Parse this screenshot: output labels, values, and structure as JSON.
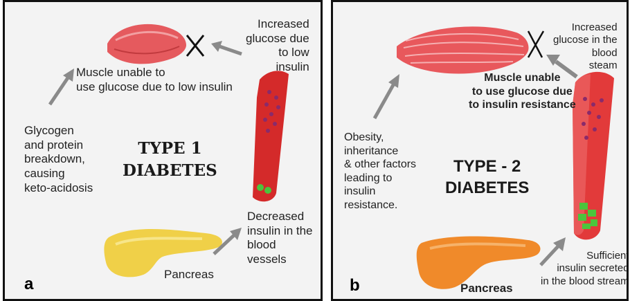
{
  "panel_a": {
    "letter": "a",
    "title_line1": "TYPE 1",
    "title_line2": "DIABETES",
    "muscle_text": [
      "Muscle unable to",
      "use glucose due to low insulin"
    ],
    "glucose_text": [
      "Increased",
      "glucose due",
      "to low",
      "insulin"
    ],
    "glycogen_text": [
      "Glycogen",
      "and protein",
      "breakdown,",
      "causing",
      "keto-acidosis"
    ],
    "pancreas_label": "Pancreas",
    "insulin_text": [
      "Decreased",
      "insulin in the",
      "blood",
      "vessels"
    ]
  },
  "panel_b": {
    "letter": "b",
    "title_line1": "TYPE - 2",
    "title_line2": "DIABETES",
    "muscle_text": [
      "Muscle unable",
      "to use glucose due",
      "to insulin resistance"
    ],
    "glucose_text": [
      "Increased",
      "glucose in the",
      "blood",
      "steam"
    ],
    "obesity_text": [
      "Obesity,",
      "inheritance",
      "& other factors",
      "leading to",
      "insulin",
      "resistance."
    ],
    "pancreas_label": "Pancreas",
    "insulin_text": [
      "Sufficient",
      "insulin secreted",
      "in the blood stream"
    ]
  },
  "colors": {
    "muscle": "#e8585c",
    "vessel": "#d92b2b",
    "pancreas_a": "#f1d24a",
    "pancreas_b": "#f08a2a",
    "arrow": "#8a8a8a"
  }
}
